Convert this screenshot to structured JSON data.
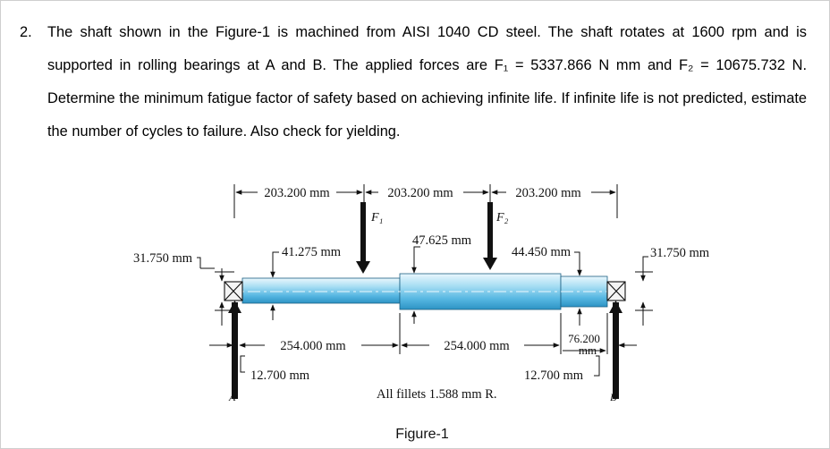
{
  "problem": {
    "number": "2.",
    "text": "The shaft shown in the Figure-1 is machined from AISI 1040 CD steel. The shaft rotates at 1600 rpm and is supported in rolling bearings at A and B. The applied forces are F₁ = 5337.866 N mm and F₂ = 10675.732 N. Determine the minimum fatigue factor of safety based on achieving infinite life. If infinite life is not predicted, estimate the number of cycles to failure. Also check for yielding."
  },
  "figure": {
    "caption": "Figure-1",
    "top_dims": [
      "203.200 mm",
      "203.200 mm",
      "203.200 mm"
    ],
    "force_labels": [
      "F₁",
      "F₂"
    ],
    "dia_labels": {
      "left_end": "31.750 mm",
      "left_shoulder": "41.275 mm",
      "middle": "47.625 mm",
      "right_shoulder": "44.450 mm",
      "right_end": "31.750 mm"
    },
    "bottom_dims": [
      "254.000 mm",
      "254.000 mm"
    ],
    "small_dim": {
      "top": "76.200",
      "bottom": "mm"
    },
    "bearing_width_left": "12.700 mm",
    "bearing_width_right": "12.700 mm",
    "fillet_note": "All fillets 1.588 mm R.",
    "bearing_labels": [
      "A",
      "B"
    ]
  },
  "colors": {
    "shaft_light": "#d8f0fb",
    "shaft_mid": "#6fc6ea",
    "shaft_dark": "#2a8fc0"
  }
}
